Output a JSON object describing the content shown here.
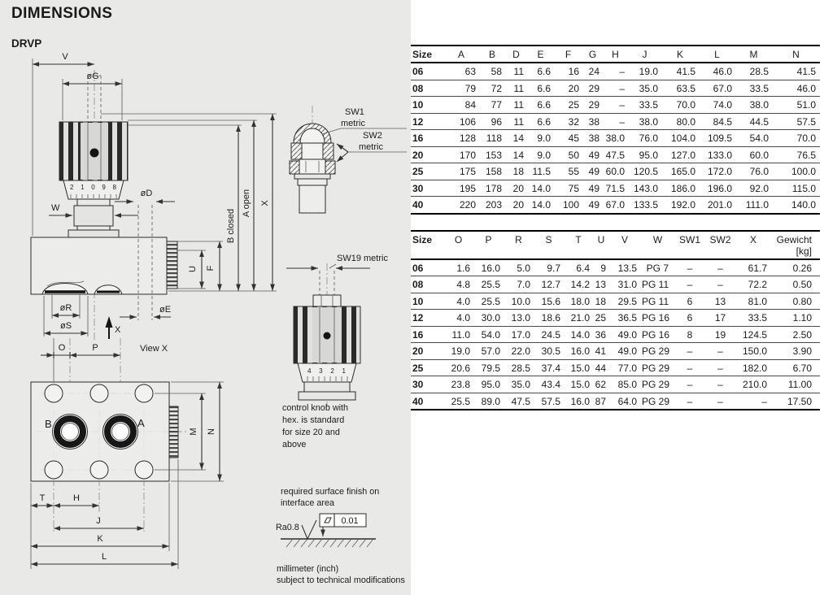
{
  "page": {
    "title": "DIMENSIONS",
    "model": "DRVP"
  },
  "drawing": {
    "labels": {
      "v": "V",
      "og": "øG",
      "w": "W",
      "od": "øD",
      "u": "U",
      "f": "F",
      "b_closed": "B closed",
      "a_open": "A open",
      "x_total": "X",
      "or": "øR",
      "os": "øS",
      "oe": "øE",
      "o": "O",
      "p": "P",
      "x_arrow": "X",
      "view_x": "View X",
      "knob_scale_upper": "2 1 0 9 8",
      "sw1": "SW1",
      "sw1_metric": "metric",
      "sw2": "SW2",
      "sw2_metric": "metric",
      "sw19": "SW19 metric",
      "knob_scale_lower": "4 3 2 1",
      "port_b": "B",
      "port_a": "A",
      "m": "M",
      "n": "N",
      "t": "T",
      "h": "H",
      "j": "J",
      "k": "K",
      "l": "L"
    },
    "notes": {
      "knob_note": [
        "control knob with",
        "hex. is standard",
        "for size 20 and",
        "above"
      ],
      "surface_note": [
        "required surface finish on",
        "interface area"
      ],
      "ra": "Ra0.8",
      "flatness_value": "0.01",
      "footer": [
        "millimeter (inch)",
        "subject to technical modifications"
      ]
    }
  },
  "tables": [
    {
      "columns": [
        "Size",
        "A",
        "B",
        "D",
        "E",
        "F",
        "G",
        "H",
        "J",
        "K",
        "L",
        "M",
        "N"
      ],
      "rows": [
        [
          "06",
          "63",
          "58",
          "11",
          "6.6",
          "16",
          "24",
          "–",
          "19.0",
          "41.5",
          "46.0",
          "28.5",
          "41.5"
        ],
        [
          "08",
          "79",
          "72",
          "11",
          "6.6",
          "20",
          "29",
          "–",
          "35.0",
          "63.5",
          "67.0",
          "33.5",
          "46.0"
        ],
        [
          "10",
          "84",
          "77",
          "11",
          "6.6",
          "25",
          "29",
          "–",
          "33.5",
          "70.0",
          "74.0",
          "38.0",
          "51.0"
        ],
        [
          "12",
          "106",
          "96",
          "11",
          "6.6",
          "32",
          "38",
          "–",
          "38.0",
          "80.0",
          "84.5",
          "44.5",
          "57.5"
        ],
        [
          "16",
          "128",
          "118",
          "14",
          "9.0",
          "45",
          "38",
          "38.0",
          "76.0",
          "104.0",
          "109.5",
          "54.0",
          "70.0"
        ],
        [
          "20",
          "170",
          "153",
          "14",
          "9.0",
          "50",
          "49",
          "47.5",
          "95.0",
          "127.0",
          "133.0",
          "60.0",
          "76.5"
        ],
        [
          "25",
          "175",
          "158",
          "18",
          "11.5",
          "55",
          "49",
          "60.0",
          "120.5",
          "165.0",
          "172.0",
          "76.0",
          "100.0"
        ],
        [
          "30",
          "195",
          "178",
          "20",
          "14.0",
          "75",
          "49",
          "71.5",
          "143.0",
          "186.0",
          "196.0",
          "92.0",
          "115.0"
        ],
        [
          "40",
          "220",
          "203",
          "20",
          "14.0",
          "100",
          "49",
          "67.0",
          "133.5",
          "192.0",
          "201.0",
          "111.0",
          "140.0"
        ]
      ]
    },
    {
      "columns": [
        "Size",
        "O",
        "P",
        "R",
        "S",
        "T",
        "U",
        "V",
        "W",
        "SW1",
        "SW2",
        "X",
        "Gewicht [kg]"
      ],
      "rows": [
        [
          "06",
          "1.6",
          "16.0",
          "5.0",
          "9.7",
          "6.4",
          "9",
          "13.5",
          "PG 7",
          "–",
          "–",
          "61.7",
          "0.26"
        ],
        [
          "08",
          "4.8",
          "25.5",
          "7.0",
          "12.7",
          "14.2",
          "13",
          "31.0",
          "PG 11",
          "–",
          "–",
          "72.2",
          "0.50"
        ],
        [
          "10",
          "4.0",
          "25.5",
          "10.0",
          "15.6",
          "18.0",
          "18",
          "29.5",
          "PG 11",
          "6",
          "13",
          "81.0",
          "0.80"
        ],
        [
          "12",
          "4.0",
          "30.0",
          "13.0",
          "18.6",
          "21.0",
          "25",
          "36.5",
          "PG 16",
          "6",
          "17",
          "33.5",
          "1.10"
        ],
        [
          "16",
          "11.0",
          "54.0",
          "17.0",
          "24.5",
          "14.0",
          "36",
          "49.0",
          "PG 16",
          "8",
          "19",
          "124.5",
          "2.50"
        ],
        [
          "20",
          "19.0",
          "57.0",
          "22.0",
          "30.5",
          "16.0",
          "41",
          "49.0",
          "PG 29",
          "–",
          "–",
          "150.0",
          "3.90"
        ],
        [
          "25",
          "20.6",
          "79.5",
          "28.5",
          "37.4",
          "15.0",
          "44",
          "77.0",
          "PG 29",
          "–",
          "–",
          "182.0",
          "6.70"
        ],
        [
          "30",
          "23.8",
          "95.0",
          "35.0",
          "43.4",
          "15.0",
          "62",
          "85.0",
          "PG 29",
          "–",
          "–",
          "210.0",
          "11.00"
        ],
        [
          "40",
          "25.5",
          "89.0",
          "47.5",
          "57.5",
          "16.0",
          "87",
          "64.0",
          "PG 29",
          "–",
          "–",
          "–",
          "17.50"
        ]
      ]
    }
  ],
  "colors": {
    "panel_bg": "#e9e9e7",
    "paper_bg": "#ffffff",
    "line": "#2b2b2b",
    "table_rule": "#000000"
  }
}
